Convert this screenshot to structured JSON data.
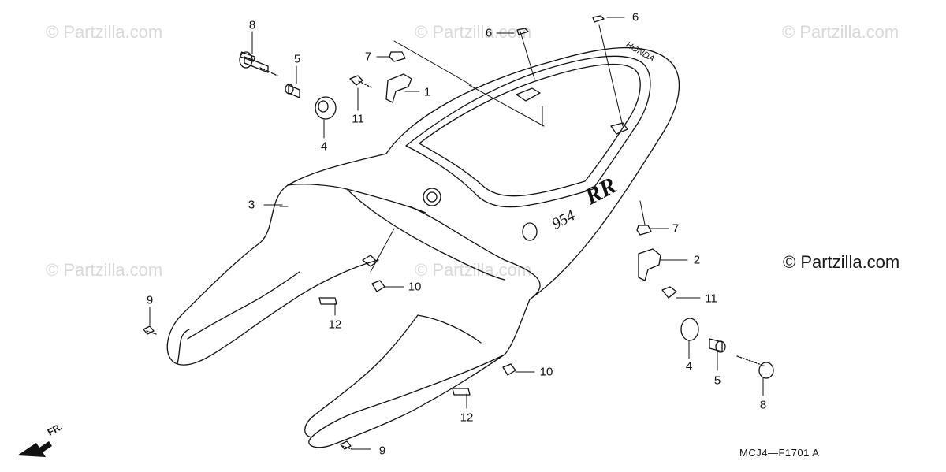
{
  "watermarks": {
    "faint": "© Partzilla.com",
    "main": "© Partzilla.com"
  },
  "callouts": [
    "1",
    "2",
    "3",
    "4",
    "4",
    "5",
    "5",
    "6",
    "6",
    "7",
    "7",
    "8",
    "8",
    "9",
    "9",
    "10",
    "10",
    "11",
    "11",
    "12",
    "12"
  ],
  "diagram_code": "MCJ4—F1701 A",
  "direction_label": "FR.",
  "cowl_lettering": [
    "HONDA",
    "954",
    "RR"
  ],
  "colors": {
    "line": "#111111",
    "watermark": "#d9d9d9"
  }
}
